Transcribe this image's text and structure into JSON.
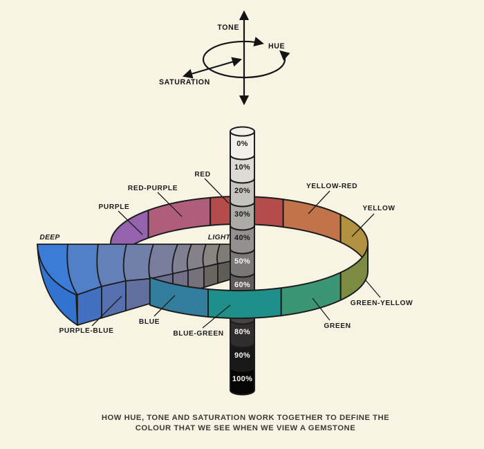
{
  "background": "#f7f4e4",
  "ink": "#1c1c1c",
  "axes_diagram": {
    "tone_label": "TONE",
    "hue_label": "HUE",
    "saturation_label": "SATURATION"
  },
  "tone_scale": {
    "segments": [
      {
        "label": "0%",
        "color": "#f2f0ea",
        "label_color": "#1c1c1c"
      },
      {
        "label": "10%",
        "color": "#dedbd6",
        "label_color": "#1c1c1c"
      },
      {
        "label": "20%",
        "color": "#c7c4c0",
        "label_color": "#1c1c1c"
      },
      {
        "label": "30%",
        "color": "#aeaba7",
        "label_color": "#1c1c1c"
      },
      {
        "label": "40%",
        "color": "#93908d",
        "label_color": "#1c1c1c"
      },
      {
        "label": "50%",
        "color": "#7a7775",
        "label_color": "#f7f5f1"
      },
      {
        "label": "60%",
        "color": "#605d5b",
        "label_color": "#f7f5f1"
      },
      {
        "label": "",
        "color": "#474543",
        "label_color": "#f7f5f1"
      },
      {
        "label": "80%",
        "color": "#302e2c",
        "label_color": "#f7f5f1"
      },
      {
        "label": "90%",
        "color": "#191818",
        "label_color": "#f7f5f1"
      },
      {
        "label": "100%",
        "color": "#050504",
        "label_color": "#f7f5f1"
      }
    ]
  },
  "hue_ring": {
    "segments": [
      {
        "label": "PURPLE",
        "color": "#9562ae"
      },
      {
        "label": "RED-PURPLE",
        "color": "#ae5e7a"
      },
      {
        "label": "RED",
        "color": "#b54c4c"
      },
      {
        "label": "YELLOW-RED",
        "color": "#c1734a"
      },
      {
        "label": "YELLOW",
        "color": "#b29240"
      },
      {
        "label": "GREEN-YELLOW",
        "color": "#7b8b41"
      },
      {
        "label": "GREEN",
        "color": "#3c9573"
      },
      {
        "label": "BLUE-GREEN",
        "color": "#1f9089"
      },
      {
        "label": "BLUE",
        "color": "#337e9e"
      }
    ]
  },
  "saturation_wedge": {
    "deep_label": "DEEP",
    "light_label": "LIGHT",
    "hue_label": "PURPLE-BLUE",
    "outer_face_color": "#3173cf",
    "band_colors": [
      "#3b7cd9",
      "#5180c9",
      "#6380b8",
      "#7080aa",
      "#7a7e9d",
      "#817f92",
      "#868189",
      "#8a8580",
      "#7f7b76"
    ],
    "front_face_colors": [
      "#4371c2",
      "#566fae",
      "#62709f",
      "#6b6f92",
      "#726f86",
      "#77717c",
      "#6b6561",
      "#5f5b57"
    ]
  },
  "caption": {
    "line1": "HOW HUE, TONE AND SATURATION WORK TOGETHER TO DEFINE THE",
    "line2": "COLOUR THAT WE SEE WHEN WE VIEW A GEMSTONE"
  }
}
